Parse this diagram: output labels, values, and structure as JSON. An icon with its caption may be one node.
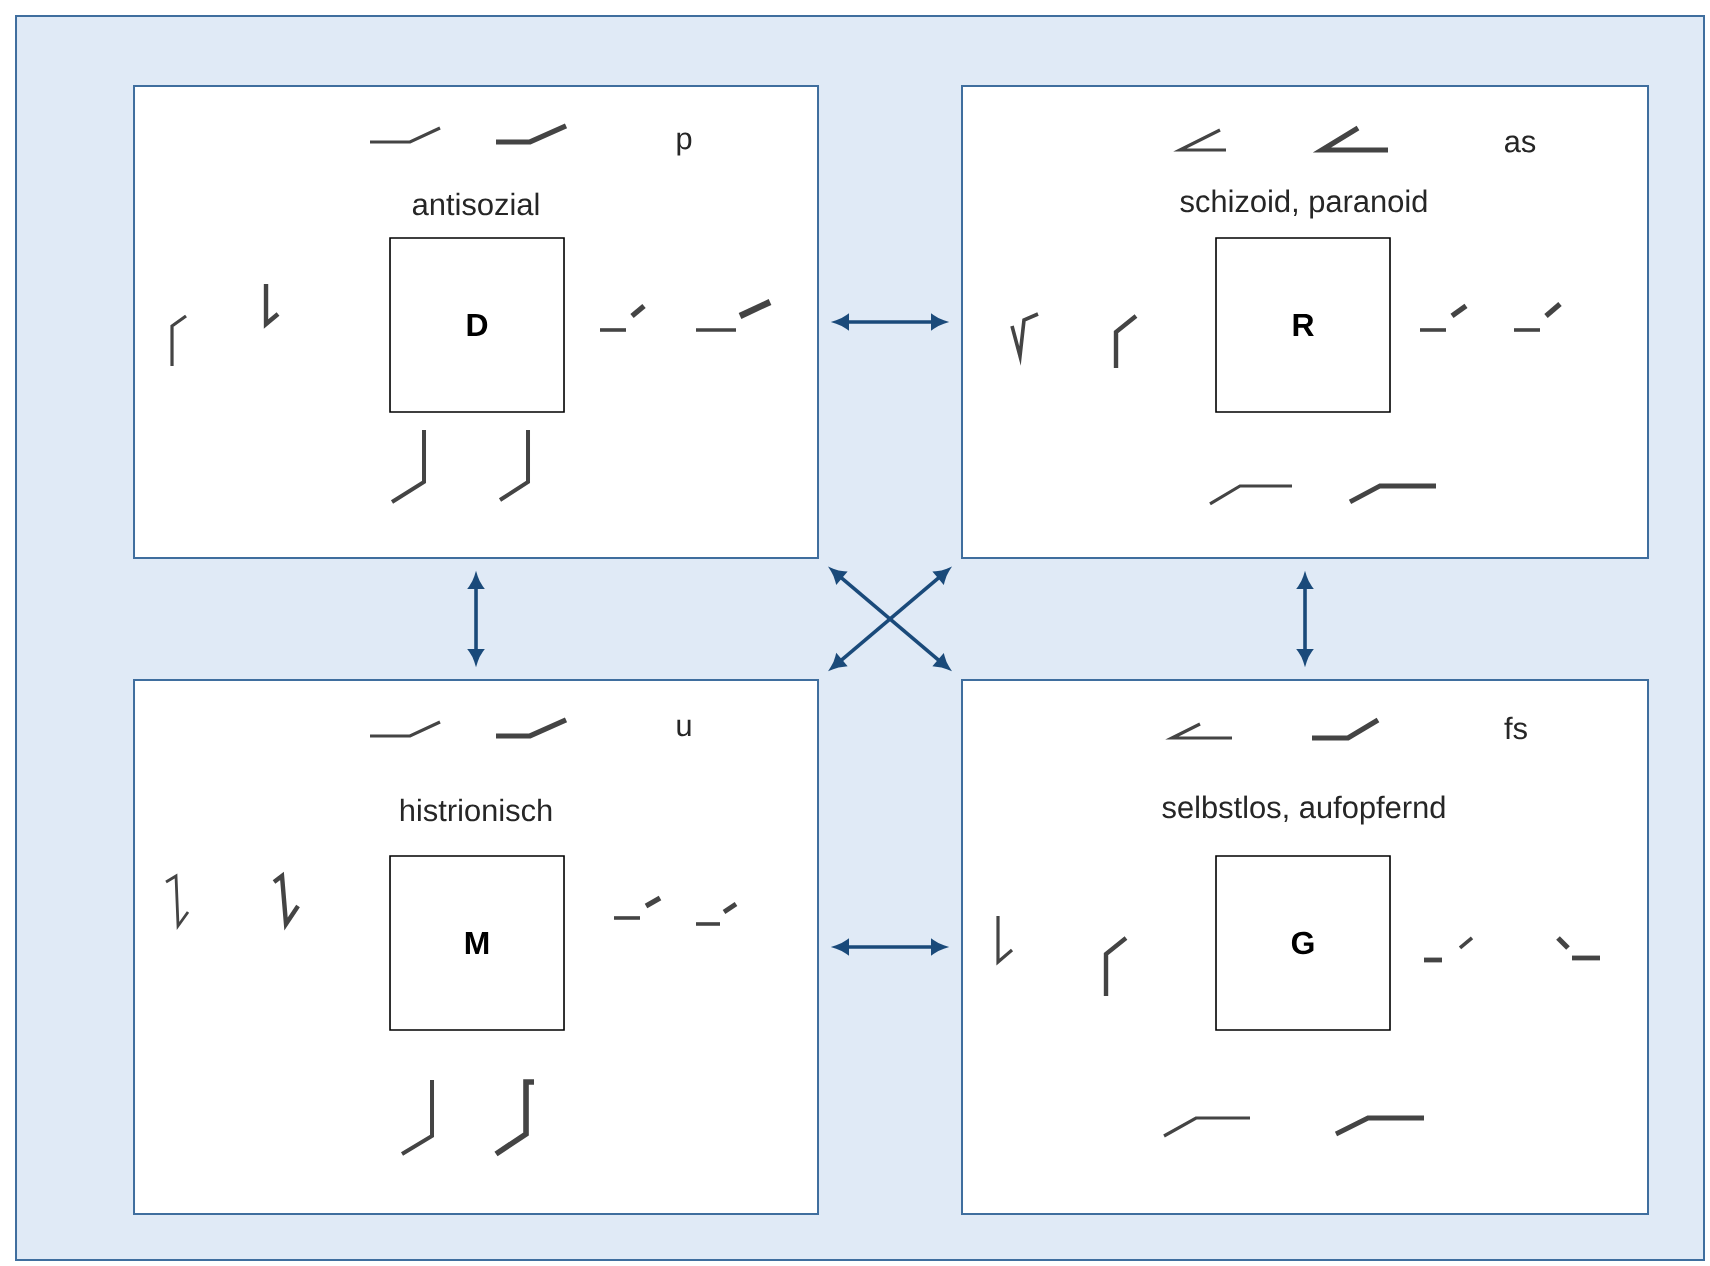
{
  "diagram": {
    "nodes": [
      {
        "text": [
          "p",
          "antisozial"
        ]
      },
      {
        "text": [
          "D"
        ],
        "in": 0
      },
      {
        "text": [
          "as",
          "schizoid, paranoid"
        ]
      },
      {
        "text": [
          "R"
        ],
        "in": 2
      },
      {
        "text": [
          "u",
          "histrionisch"
        ]
      },
      {
        "text": [
          "M"
        ],
        "in": 4
      },
      {
        "text": [
          "fs",
          "selbstlos, aufopfernd"
        ]
      },
      {
        "text": [
          "G"
        ],
        "in": 6
      }
    ],
    "edges": [
      {
        "from": 0,
        "to": 2,
        "arrow": "both"
      },
      {
        "from": 0,
        "to": 4,
        "arrow": "both"
      },
      {
        "from": 2,
        "to": 6,
        "arrow": "both"
      },
      {
        "from": 4,
        "to": 6,
        "arrow": "both"
      },
      {
        "from": 0,
        "to": 6,
        "arrow": "both"
      },
      {
        "from": 2,
        "to": 4,
        "arrow": "both"
      }
    ]
  }
}
